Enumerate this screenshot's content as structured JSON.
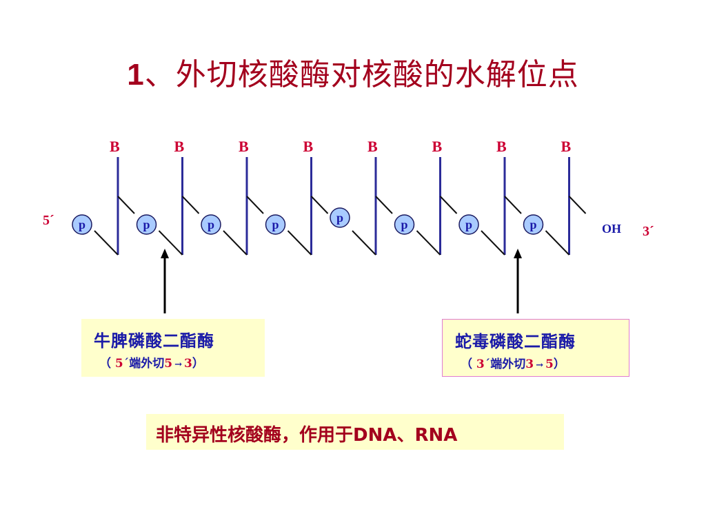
{
  "title": {
    "number": "1",
    "text": "、外切核酸酶对核酸的水解位点"
  },
  "chain": {
    "base_label": "B",
    "phosphate_label": "p",
    "five_prime_label": "5´",
    "three_prime_label": "3´",
    "oh_label": "OH",
    "base_count": 8,
    "phosphate_count": 8
  },
  "enzymes": [
    {
      "name": "牛脾磷酸二酯酶",
      "open": "（ ",
      "start": "5",
      "mid": "´端外切",
      "from": "5",
      "arrow": "→",
      "to": "3",
      "close": "）"
    },
    {
      "name": "蛇毒磷酸二酯酶",
      "open": "（ ",
      "start": "3",
      "mid": "´端外切",
      "from": "3",
      "arrow": "→",
      "to": "5",
      "close": "）"
    }
  ],
  "note": "非特异性核酸酶，作用于DNA、RNA",
  "colors": {
    "title": "#a3001d",
    "base_label": "#cc0033",
    "backbone": "#2b2b99",
    "phosphate_fill": "#a9cbff",
    "phosphate_text": "#1a1aa8",
    "box_fill": "#ffffcc",
    "box2_border": "#e07bd0",
    "note_text": "#a3001d"
  }
}
